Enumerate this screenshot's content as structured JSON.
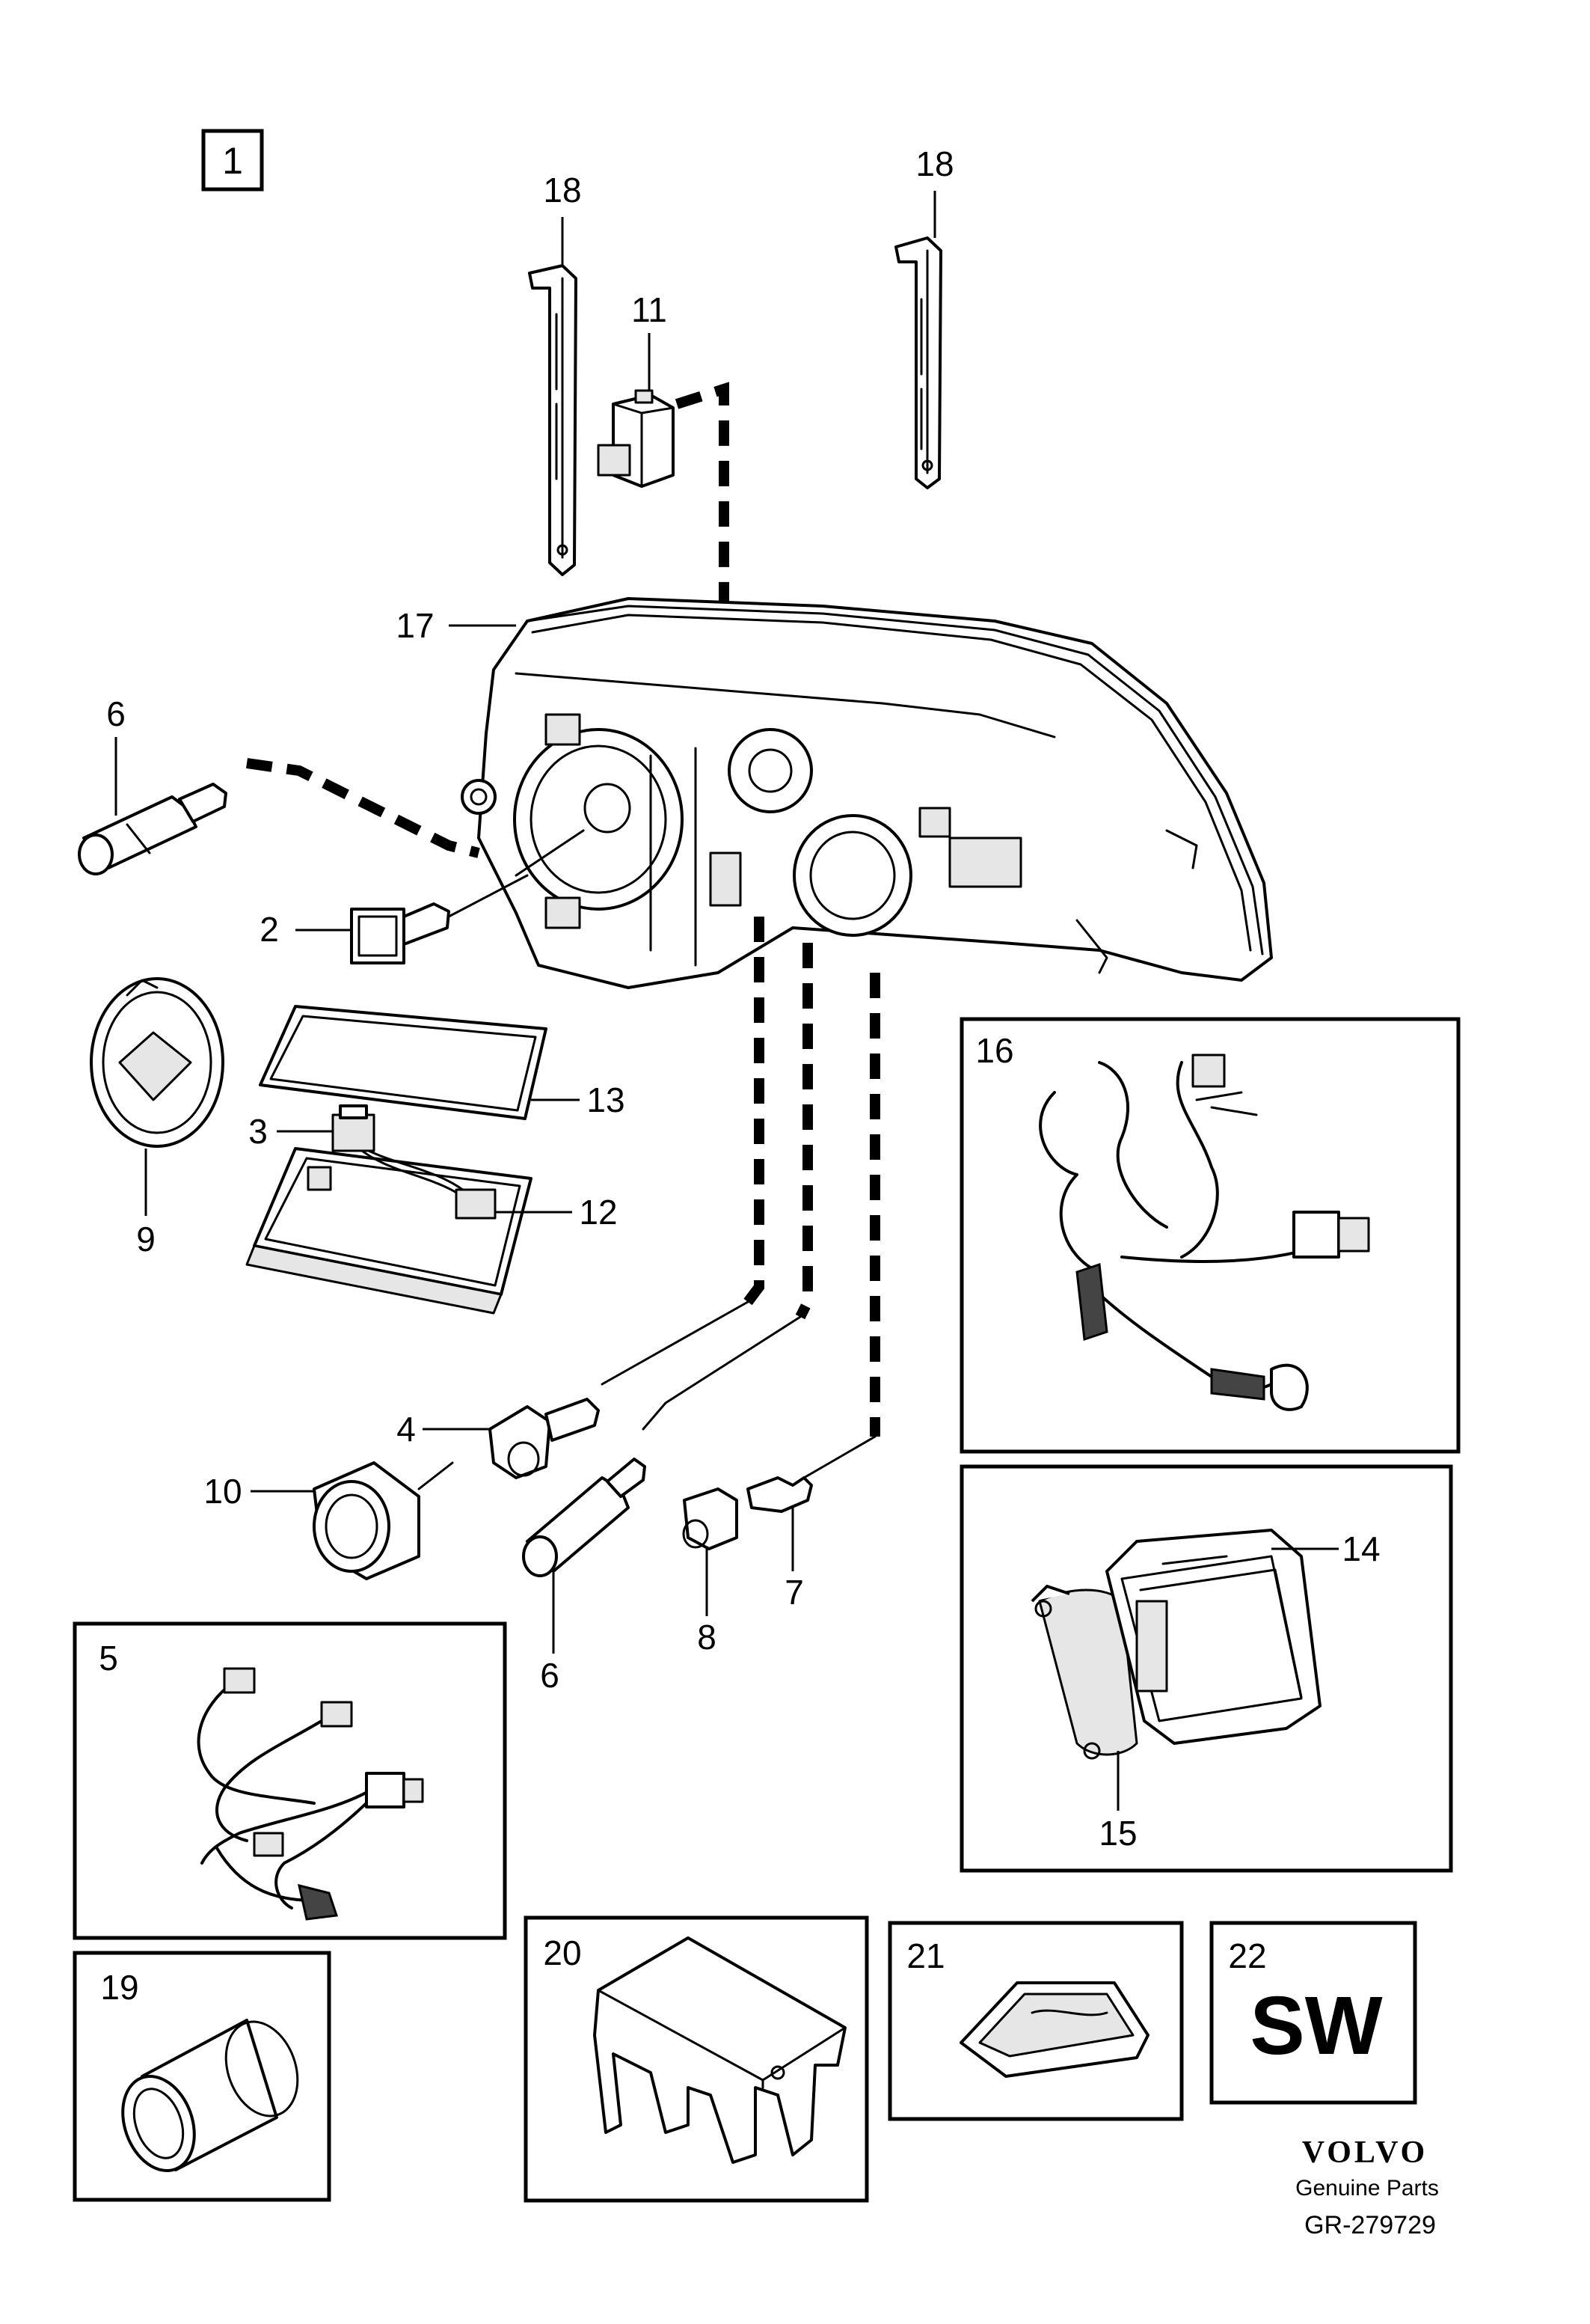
{
  "figure": {
    "group_number": "1",
    "callouts": {
      "c18a": "18",
      "c18b": "18",
      "c11": "11",
      "c17": "17",
      "c6a": "6",
      "c2": "2",
      "c13": "13",
      "c3": "3",
      "c9": "9",
      "c12": "12",
      "c16": "16",
      "c4": "4",
      "c10": "10",
      "c6b": "6",
      "c8": "8",
      "c7": "7",
      "c14": "14",
      "c5": "5",
      "c15": "15",
      "c19": "19",
      "c20": "20",
      "c21": "21",
      "c22": "22"
    },
    "sw_label": "SW",
    "brand": "VOLVO",
    "brand_subtitle": "Genuine Parts",
    "drawing_number": "GR-279729"
  }
}
